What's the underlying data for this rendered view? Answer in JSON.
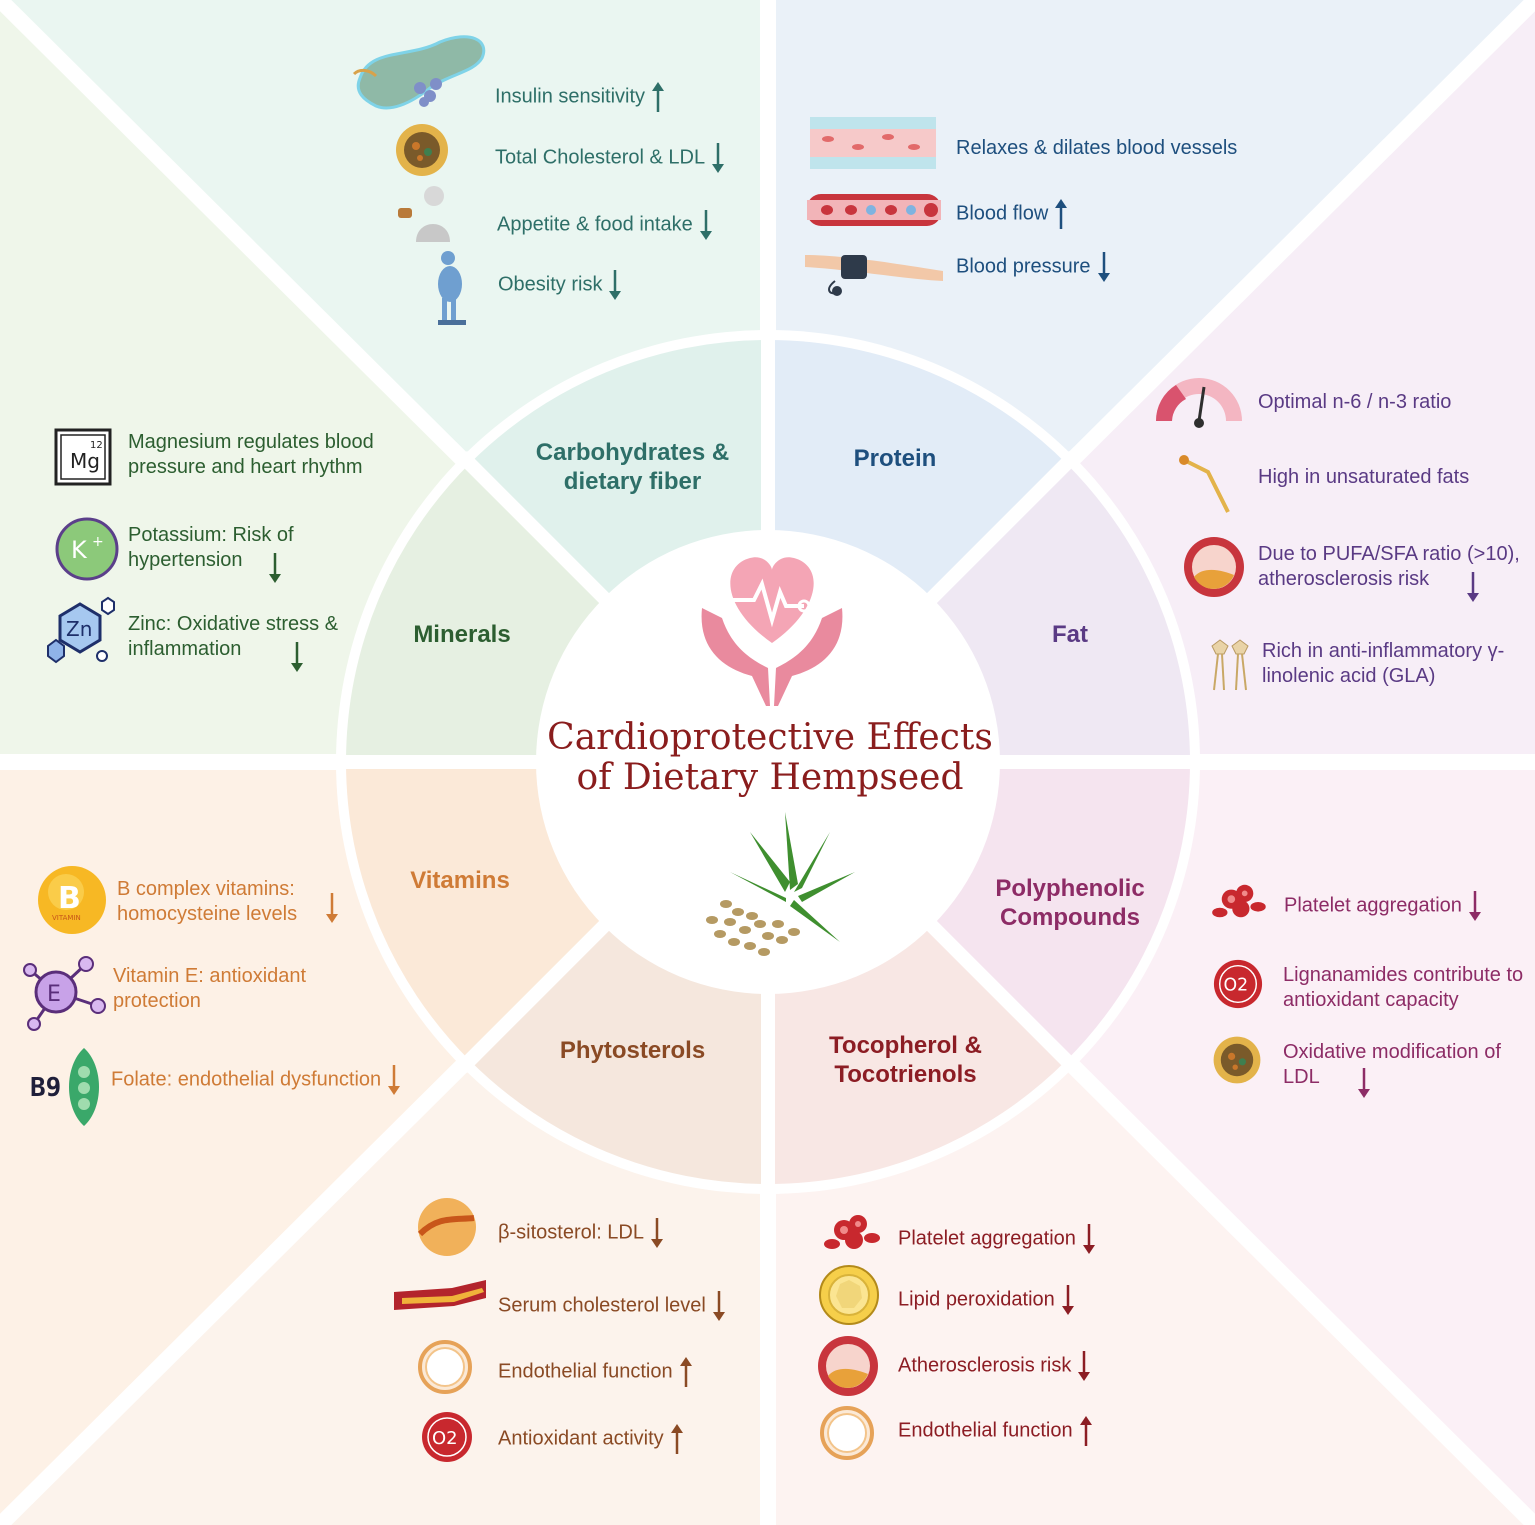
{
  "title": {
    "line1": "Cardioprotective Effects",
    "line2": "of Dietary Hempseed"
  },
  "segments": {
    "carbohydrates": "Carbohydrates & dietary fiber",
    "protein": "Protein",
    "fat": "Fat",
    "polyphenolic": "Polyphenolic Compounds",
    "tocopherol": "Tocopherol & Tocotrienols",
    "phytosterols": "Phytosterols",
    "vitamins": "Vitamins",
    "minerals": "Minerals"
  },
  "carbohydrates": [
    {
      "text": "Insulin sensitivity",
      "trend": "up",
      "icon": "pancreas-icon"
    },
    {
      "text": "Total Cholesterol & LDL",
      "trend": "down",
      "icon": "lipoprotein-icon"
    },
    {
      "text": "Appetite & food intake",
      "trend": "down",
      "icon": "person-eating-icon"
    },
    {
      "text": "Obesity risk",
      "trend": "down",
      "icon": "person-on-scale-icon"
    }
  ],
  "protein": [
    {
      "text": "Relaxes & dilates blood vessels",
      "icon": "blood-vessel-icon"
    },
    {
      "text": "Blood flow",
      "trend": "up",
      "icon": "blood-flow-icon"
    },
    {
      "text": "Blood pressure",
      "trend": "down",
      "icon": "blood-pressure-cuff-icon"
    }
  ],
  "fat": [
    {
      "text": "Optimal n-6 / n-3 ratio",
      "icon": "gauge-icon"
    },
    {
      "text": "High in unsaturated fats",
      "icon": "fatty-acid-chain-icon"
    },
    {
      "text": "Due to PUFA/SFA ratio (>10), atherosclerosis risk",
      "trend": "down",
      "icon": "artery-plaque-icon"
    },
    {
      "text": "Rich in anti-inflammatory γ-linolenic acid (GLA)",
      "icon": "phospholipid-icon"
    }
  ],
  "minerals": [
    {
      "text": "Magnesium regulates blood pressure and heart rhythm",
      "icon": "magnesium-element-icon",
      "symbol": "Mg",
      "number": "12"
    },
    {
      "text": "Potassium: Risk of hypertension",
      "trend": "down",
      "icon": "potassium-ion-icon",
      "symbol": "K"
    },
    {
      "text": "Zinc: Oxidative stress & inflammation",
      "trend": "down",
      "icon": "zinc-molecule-icon",
      "symbol": "Zn"
    }
  ],
  "vitamins": [
    {
      "text": "B complex vitamins: homocysteine levels",
      "trend": "down",
      "icon": "vitamin-b-icon",
      "symbol": "B",
      "sublabel": "VITAMIN"
    },
    {
      "text": "Vitamin E: antioxidant protection",
      "icon": "vitamin-e-molecule-icon",
      "symbol": "E"
    },
    {
      "text": "Folate: endothelial dysfunction",
      "trend": "down",
      "icon": "folate-b9-icon",
      "symbol": "B9"
    }
  ],
  "phytosterols": [
    {
      "text": "β-sitosterol: LDL",
      "trend": "down",
      "icon": "lipid-particle-icon"
    },
    {
      "text": "Serum cholesterol level",
      "trend": "down",
      "icon": "clogged-artery-icon"
    },
    {
      "text": "Endothelial function",
      "trend": "up",
      "icon": "endothelium-ring-icon"
    },
    {
      "text": "Antioxidant activity",
      "trend": "up",
      "icon": "superoxide-icon",
      "symbol": "O2"
    }
  ],
  "tocopherol": [
    {
      "text": "Platelet aggregation",
      "trend": "down",
      "icon": "platelets-icon"
    },
    {
      "text": "Lipid peroxidation",
      "trend": "down",
      "icon": "lipid-droplet-icon"
    },
    {
      "text": "Atherosclerosis risk",
      "trend": "down",
      "icon": "artery-plaque-icon"
    },
    {
      "text": "Endothelial function",
      "trend": "up",
      "icon": "endothelium-ring-icon"
    }
  ],
  "polyphenolic": [
    {
      "text": "Platelet aggregation",
      "trend": "down",
      "icon": "platelets-icon"
    },
    {
      "text": "Lignanamides contribute to antioxidant capacity",
      "icon": "superoxide-icon",
      "symbol": "O2"
    },
    {
      "text": "Oxidative modification of LDL",
      "trend": "down",
      "icon": "lipoprotein-icon"
    }
  ],
  "colors": {
    "carbohydrates": "#2e6f68",
    "protein": "#1e4f7e",
    "fat": "#5a3a84",
    "minerals": "#2c5e30",
    "vitamins": "#cf7b36",
    "phytosterols": "#8a4a24",
    "tocopherol": "#8c1d24",
    "polyphenolic": "#8d2c66",
    "title": "#8a1d1d"
  }
}
